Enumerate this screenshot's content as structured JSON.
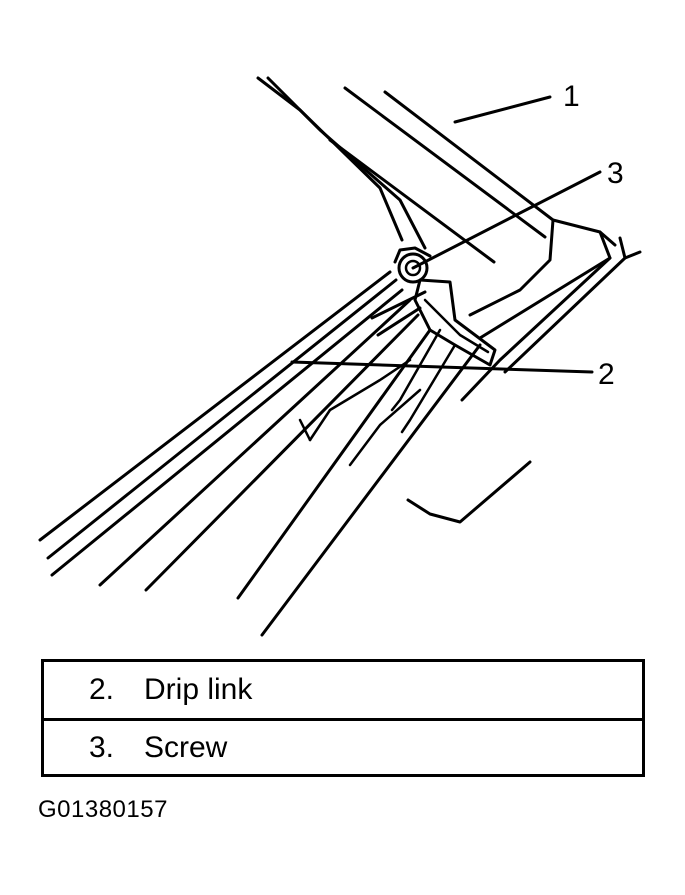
{
  "callouts": [
    "1",
    "3",
    "2"
  ],
  "legend": [
    {
      "number": "2.",
      "label": "Drip link"
    },
    {
      "number": "3.",
      "label": "Screw"
    }
  ],
  "figure_code": "G01380157"
}
